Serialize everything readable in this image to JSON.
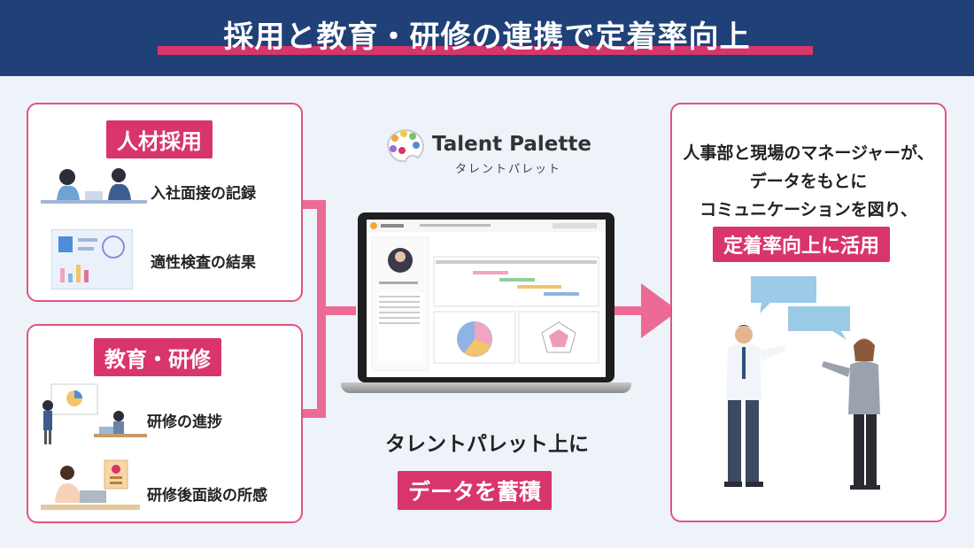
{
  "header": {
    "title": "採用と教育・研修の連携で定着率向上"
  },
  "left_top": {
    "tag": "人材採用",
    "items": [
      {
        "label": "入社面接の記録"
      },
      {
        "label": "適性検査の結果"
      }
    ]
  },
  "left_bottom": {
    "tag": "教育・研修",
    "items": [
      {
        "label": "研修の進捗"
      },
      {
        "label": "研修後面談の所感"
      }
    ]
  },
  "center": {
    "logo_name": "Talent Palette",
    "logo_kana": "タレントパレット",
    "caption": "タレントパレット上に",
    "tag": "データを蓄積"
  },
  "right": {
    "lines": [
      "人事部と現場のマネージャーが、",
      "データをもとに",
      "コミュニケーションを図り、"
    ],
    "tag": "定着率向上に活用"
  },
  "colors": {
    "accent": "#d8356b",
    "header_bg": "#1f4178",
    "connector": "#ec6b96"
  }
}
